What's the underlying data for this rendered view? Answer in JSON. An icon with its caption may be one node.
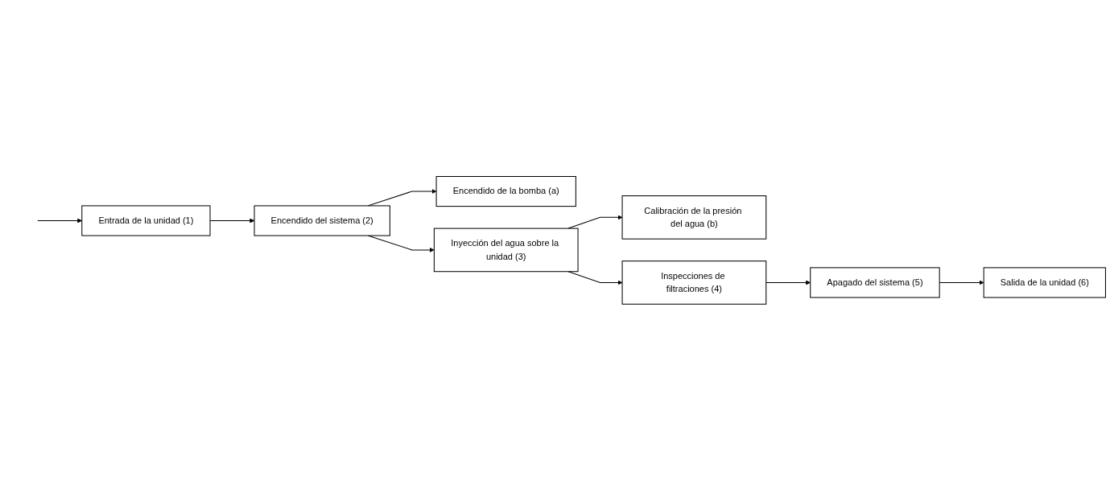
{
  "diagram": {
    "nodes": [
      {
        "text": [
          "Entrada de la unidad (1)"
        ]
      },
      {
        "text": [
          "Encendido del sistema (2)"
        ]
      },
      {
        "text": [
          "Encendido de la bomba (a)"
        ]
      },
      {
        "text": [
          "Inyección del agua sobre la unidad (3)"
        ]
      },
      {
        "text": [
          "Calibración de la presión del agua (b)"
        ]
      },
      {
        "text": [
          "Inspecciones de filtraciones (4)"
        ]
      },
      {
        "text": [
          "Apagado del sistema (5)"
        ]
      },
      {
        "text": [
          "Salida de la unidad (6)"
        ]
      }
    ],
    "edges": [
      {
        "from": null,
        "to": 0,
        "arrow": "to"
      },
      {
        "from": 0,
        "to": 1,
        "arrow": "to"
      },
      {
        "from": 1,
        "to": 3,
        "arrow": "to"
      },
      {
        "from": 1,
        "to": 2,
        "arrow": "to"
      },
      {
        "from": 3,
        "to": 4,
        "arrow": "to"
      },
      {
        "from": 3,
        "to": 5,
        "arrow": "to"
      },
      {
        "from": 5,
        "to": 6,
        "arrow": "to"
      },
      {
        "from": 6,
        "to": 7,
        "arrow": "to"
      }
    ]
  }
}
